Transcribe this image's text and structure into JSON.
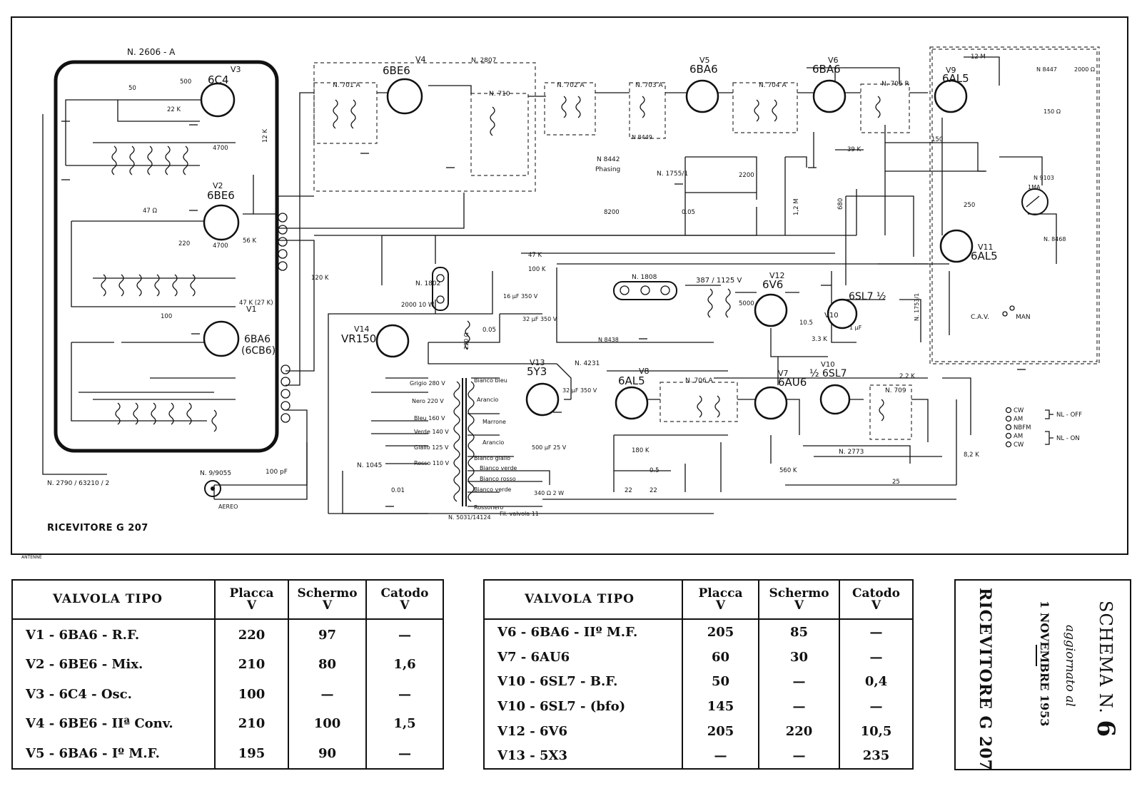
{
  "schematic": {
    "chassis_label": "N. 2606 - A",
    "tubes": {
      "v3": {
        "ref": "V3",
        "type": "6C4"
      },
      "v2": {
        "ref": "V2",
        "type": "6BE6"
      },
      "v1": {
        "ref": "V1",
        "type": "6BA6",
        "alt": "(6CB6)"
      },
      "v4": {
        "ref": "V4",
        "type": "6BE6"
      },
      "v5": {
        "ref": "V5",
        "type": "6BA6"
      },
      "v6": {
        "ref": "V6",
        "type": "6BA6"
      },
      "v9": {
        "ref": "V9",
        "type": "6AL5"
      },
      "v11": {
        "ref": "V11",
        "type": "6AL5"
      },
      "v12": {
        "ref": "V12",
        "type": "6V6"
      },
      "v10a": {
        "ref": "V10",
        "type": "6SL7 ½"
      },
      "v10b": {
        "ref": "V10",
        "type": "½ 6SL7"
      },
      "v13": {
        "ref": "V13",
        "type": "5Y3"
      },
      "v14": {
        "ref": "V14",
        "type": "VR150"
      },
      "v8": {
        "ref": "V8",
        "type": "6AL5"
      },
      "v7": {
        "ref": "V7",
        "type": "6AU6"
      }
    },
    "transformers": {
      "t701": "N. 701 A",
      "t702": "N. 702 A",
      "t703": "N. 703 A",
      "t704": "N. 704 A",
      "t705": "N. 705 R",
      "t706": "N. 706 A",
      "t709": "N. 709",
      "t710": "N. 710"
    },
    "parts": {
      "n2807": "N. 2807",
      "n1802": "N. 1802",
      "n1808": "N. 1808",
      "n8442": "N 8442",
      "phasing": "Phasing",
      "n8449": "N 8449",
      "n1755": "N. 1755/1",
      "n9103": "N 9103",
      "n8468": "N. 8468",
      "n8447": "N 8447",
      "n4231": "N. 4231",
      "n1045": "N. 1045",
      "n5031": "N. 5031/14124",
      "n2773": "N. 2773",
      "n8438": "N 8438",
      "n2790": "N. 2790 / 63210 / 2",
      "n9055": "N. 9/9055",
      "aereo": "AEREO",
      "ant_cap": "100 pF",
      "meter": "1MA",
      "n1753": "N. 1753/1"
    },
    "component_values": {
      "c500": "500",
      "c50": "50",
      "r22k": "22 K",
      "c4700a": "4700",
      "r12k": "12 K",
      "r47a": "47 Ω",
      "c4700b": "4700",
      "r56k": "56 K",
      "c220": "220",
      "c100": "100",
      "r47k27": "47 K (27 K)",
      "r120k": "120 K",
      "r2000": "2000 10 W",
      "c16": "16 µF 350 V",
      "c32a": "32 µF 350 V",
      "c32b": "32 µF 350 V",
      "c005": "0.05",
      "r220": "220 Ω",
      "r100k": "100 K",
      "r47kb": "47 K",
      "c2200": "2200",
      "c0005": "0.05",
      "r1_2m": "1,2 M",
      "c250": "250",
      "c150": "150",
      "r12m": "12 M",
      "r2000a": "2000 Ω",
      "r150a": "150 Ω",
      "c500uf": "500 µF 25 V",
      "r340": "340 Ω 2 W",
      "c001": "0.01",
      "r180k": "180 K",
      "c0_5": "0.5",
      "c22": "22",
      "r8_2k": "8,2 K",
      "c25": "25",
      "r22k2": "2.2 K",
      "r10_5": "10.5",
      "r5000": "5000",
      "r8200": "8200",
      "r3_3k": "3.3 K",
      "cap_small": "1 µF",
      "r560k": "560 K",
      "r39k": "39 K",
      "r680": "680"
    },
    "taps": {
      "bianco_bleu": "Bianco bleu",
      "arancio": "Arancio",
      "marrone": "Marrone",
      "arancio2": "Arancio",
      "bianco_giallo": "Bianco giallo",
      "bianco_verde": "Bianco verde",
      "bianco_rosso": "Bianco rosso",
      "bianco_verde2": "Bianco verde",
      "rosso_nero": "Rossonero",
      "fil_valvola": "Fil. valvola 11",
      "grigio": "Grigio 280 V",
      "nero": "Nero 220 V",
      "bleu": "Bleu 160 V",
      "verde": "Verde 140 V",
      "giallo": "Giallo 125 V",
      "rosso": "Rosso 110 V"
    },
    "mode_switch": {
      "cav": "C.A.V.",
      "man": "MAN"
    },
    "modes": [
      "CW",
      "AM",
      "NBFM",
      "AM",
      "CW"
    ],
    "nl_off": "NL - OFF",
    "nl_on": "NL - ON",
    "output_voltage": "387 / 1125 V",
    "receiver_label": "RICEVITORE  G 207",
    "corner_label": "ANTENNE"
  },
  "table_left": {
    "headers": {
      "tipo": "VALVOLA  TIPO",
      "placca": "Placca",
      "schermo": "Schermo",
      "catodo": "Catodo",
      "unit": "V"
    },
    "rows": [
      {
        "valve": "V1 - 6BA6 - R.F.",
        "placca": "220",
        "schermo": "97",
        "catodo": "—"
      },
      {
        "valve": "V2 - 6BE6 - Mix.",
        "placca": "210",
        "schermo": "80",
        "catodo": "1,6"
      },
      {
        "valve": "V3 - 6C4 - Osc.",
        "placca": "100",
        "schermo": "—",
        "catodo": "—"
      },
      {
        "valve": "V4 - 6BE6 - IIª Conv.",
        "placca": "210",
        "schermo": "100",
        "catodo": "1,5"
      },
      {
        "valve": "V5 - 6BA6 - Iº M.F.",
        "placca": "195",
        "schermo": "90",
        "catodo": "—"
      }
    ]
  },
  "table_right": {
    "headers": {
      "tipo": "VALVOLA  TIPO",
      "placca": "Placca",
      "schermo": "Schermo",
      "catodo": "Catodo",
      "unit": "V"
    },
    "rows": [
      {
        "valve": "V6 - 6BA6 - IIº M.F.",
        "placca": "205",
        "schermo": "85",
        "catodo": "—"
      },
      {
        "valve": "V7 - 6AU6",
        "placca": "60",
        "schermo": "30",
        "catodo": "—"
      },
      {
        "valve": "V10 - 6SL7 - B.F.",
        "placca": "50",
        "schermo": "—",
        "catodo": "0,4"
      },
      {
        "valve": "V10 - 6SL7 - (bfo)",
        "placca": "145",
        "schermo": "—",
        "catodo": "—"
      },
      {
        "valve": "V12 - 6V6",
        "placca": "205",
        "schermo": "220",
        "catodo": "10,5"
      },
      {
        "valve": "V13 - 5X3",
        "placca": "—",
        "schermo": "—",
        "catodo": "235"
      }
    ]
  },
  "stamp": {
    "schema": "SCHEMA N.",
    "number": "6",
    "aggiornato": "aggiornato al",
    "date": "1 NOVEMBRE 1953",
    "receiver": "RICEVITORE G 207"
  }
}
